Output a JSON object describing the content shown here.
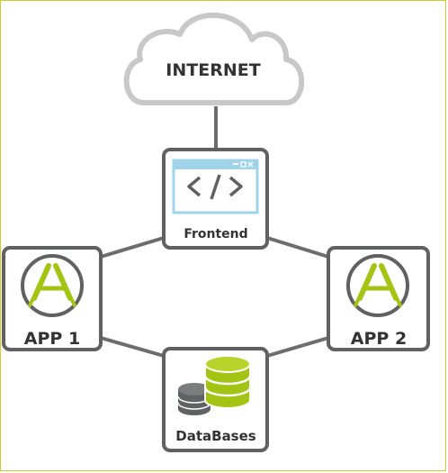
{
  "diagram": {
    "nodes": {
      "internet": {
        "label": "INTERNET",
        "icon": "cloud-icon"
      },
      "frontend": {
        "label": "Frontend",
        "icon": "code-window-icon"
      },
      "app1": {
        "label": "APP 1",
        "icon": "app-store-icon"
      },
      "app2": {
        "label": "APP 2",
        "icon": "app-store-icon"
      },
      "databases": {
        "label": "DataBases",
        "icon": "database-stack-icon"
      }
    },
    "edges": [
      {
        "from": "internet",
        "to": "frontend"
      },
      {
        "from": "frontend",
        "to": "app1"
      },
      {
        "from": "frontend",
        "to": "app2"
      },
      {
        "from": "app1",
        "to": "databases"
      },
      {
        "from": "app2",
        "to": "databases"
      }
    ]
  },
  "colors": {
    "border": "#c9cf2e",
    "box_stroke": "#5f6163",
    "connector": "#6b6d6f",
    "accent_green": "#a4c414",
    "window_blue": "#9fd4ea",
    "cloud_stroke": "#c8c8c8",
    "text": "#333333"
  }
}
